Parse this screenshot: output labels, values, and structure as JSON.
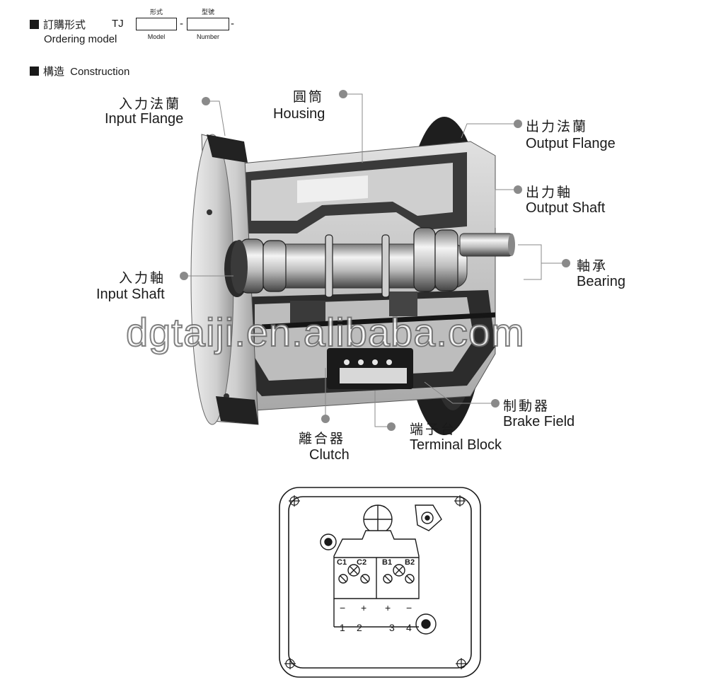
{
  "ordering": {
    "title_zh": "訂購形式",
    "prefix": "TJ",
    "title_en": "Ordering model",
    "box1_top": "形式",
    "box1_bottom": "Model",
    "box2_top": "型號",
    "box2_bottom": "Number",
    "separator": "-"
  },
  "construction": {
    "title_zh": "構造",
    "title_en": "Construction"
  },
  "callouts": {
    "input_flange": {
      "zh": "入力法蘭",
      "en": "Input Flange"
    },
    "housing": {
      "zh": "圓筒",
      "en": "Housing"
    },
    "output_flange": {
      "zh": "出力法蘭",
      "en": "Output Flange"
    },
    "output_shaft": {
      "zh": "出力軸",
      "en": "Output Shaft"
    },
    "bearing": {
      "zh": "軸承",
      "en": "Bearing"
    },
    "input_shaft": {
      "zh": "入力軸",
      "en": "Input Shaft"
    },
    "brake_field": {
      "zh": "制動器",
      "en": "Brake Field"
    },
    "terminal_block": {
      "zh": "端子台",
      "en": "Terminal Block"
    },
    "clutch": {
      "zh": "離合器",
      "en": "Clutch"
    }
  },
  "watermark": "dgtaiji.en.alibaba.com",
  "terminal_diagram": {
    "terminals": [
      "C1",
      "C2",
      "B1",
      "B2"
    ],
    "polarity": [
      "−",
      "+",
      "+",
      "−"
    ],
    "numbers": [
      "1",
      "2",
      "3",
      "4"
    ]
  },
  "colors": {
    "ink": "#1a1a1a",
    "callout_dot": "#8a8a8a",
    "metal_light": "#d8d8d8",
    "metal_dark": "#2a2a2a"
  }
}
